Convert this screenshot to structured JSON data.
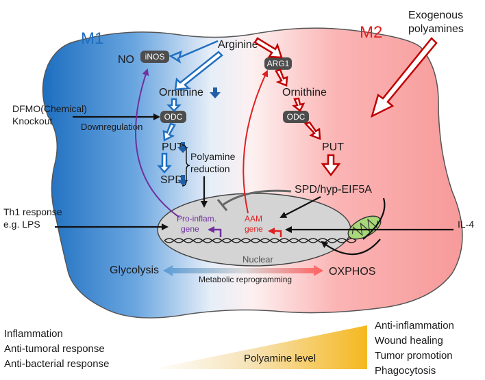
{
  "labels": {
    "m1": "M1",
    "m2": "M2",
    "no": "NO",
    "arginine": "Arginine",
    "ornithine_left": "Ornithine",
    "ornithine_right": "Ornithine",
    "put_left": "PUT",
    "spd_left": "SPD",
    "put_right": "PUT",
    "spd_hyp": "SPD/hyp-EIF5A",
    "exogenous_1": "Exogenous",
    "exogenous_2": "polyamines",
    "dfmo_1": "DFMO(Chemical)",
    "dfmo_2": "Knockout",
    "downregulation": "Downregulation",
    "polyamine_red_1": "Polyamine",
    "polyamine_red_2": "reduction",
    "th1_1": "Th1 response",
    "th1_2": "e.g. LPS",
    "il4": "IL-4",
    "pro_inflam_1": "Pro-inflam.",
    "pro_inflam_2": "gene",
    "aam_1": "AAM",
    "aam_2": "gene",
    "nuclear": "Nuclear",
    "glycolysis": "Glycolysis",
    "oxphos": "OXPHOS",
    "metabolic": "Metabolic reprogramming"
  },
  "enzymes": {
    "inos": "iNOS",
    "arg1": "ARG1",
    "odc_left": "ODC",
    "odc_right": "ODC"
  },
  "bottom": {
    "left_items": [
      "Inflammation",
      "Anti-tumoral response",
      "Anti-bacterial response"
    ],
    "right_items": [
      "Anti-inflammation",
      "Wound healing",
      "Tumor promotion",
      "Phagocytosis"
    ],
    "gradient_label": "Polyamine level"
  },
  "colors": {
    "m1_blue": "#1f6fc0",
    "m2_red": "#e02020",
    "purple": "#7030a0",
    "dark_red": "#c00000",
    "enzyme_gray": "#4d4d4d",
    "nucleus_gray": "#d4d4d4",
    "mito_green": "#a8d878",
    "gradient_yellow": "#f5b820"
  },
  "icons": {
    "mitochondrion": "mitochondrion-icon",
    "dna": "dna-helix-icon",
    "down_arrow": "down-arrow-icon"
  }
}
